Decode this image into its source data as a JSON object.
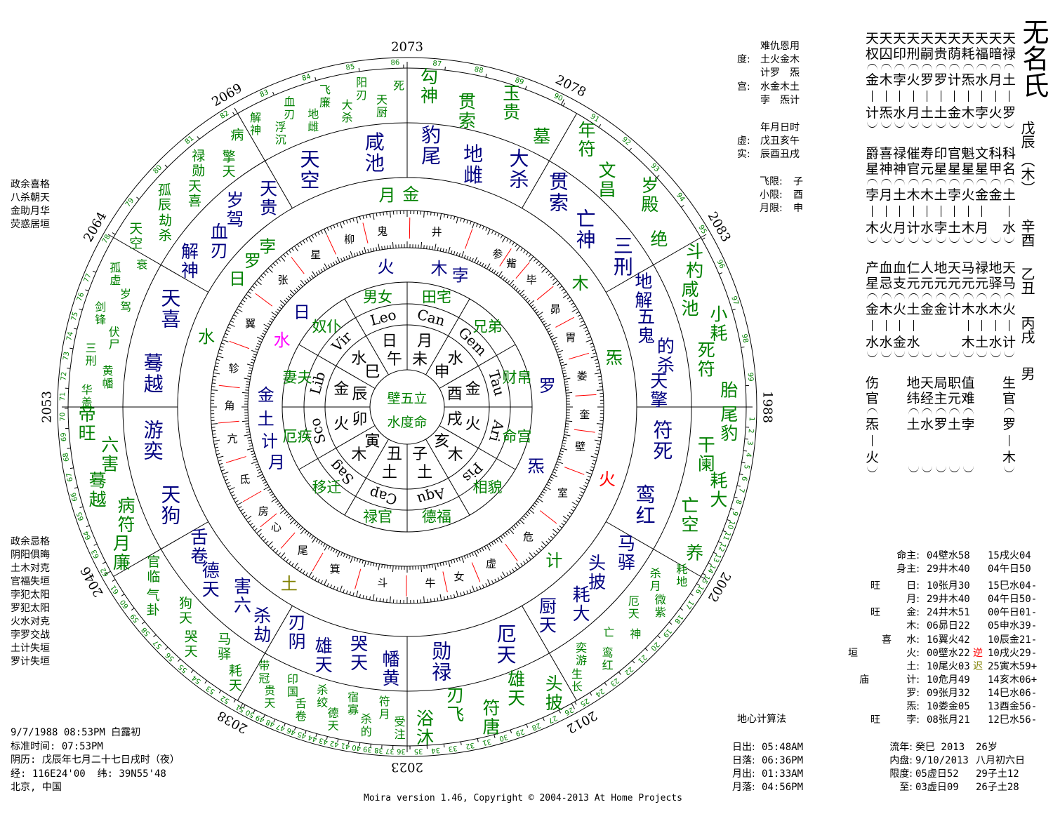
{
  "title": "无名氏",
  "pillars": [
    "戊辰",
    "（木）",
    "辛酉",
    "乙丑",
    "丙戌",
    "男"
  ],
  "info_top_right": [
    {
      "label": "",
      "value": "难仇恩用"
    },
    {
      "label": "度:",
      "value": "土火金木"
    },
    {
      "label": "",
      "value": "计罗　炁"
    },
    {
      "label": "宫:",
      "value": "水金木土"
    },
    {
      "label": "",
      "value": "孛　炁计"
    },
    {
      "label": "",
      "value": "年月日时"
    },
    {
      "label": "虚:",
      "value": "戊丑亥午"
    },
    {
      "label": "实:",
      "value": "辰酉丑戌"
    },
    {
      "label": "飞限:",
      "value": "子"
    },
    {
      "label": "小限:",
      "value": "酉"
    },
    {
      "label": "月限:",
      "value": "申"
    }
  ],
  "star_table": [
    {
      "names": [
        "天天天天天天天天天天天",
        "权囚印刑嗣贵荫耗福暗禄"
      ],
      "top": "金木孛火罗罗计炁水月土",
      "bottom": "计炁水月土土金木孛火罗"
    },
    {
      "names": [
        "爵喜禄催寿印官魁文科科",
        "星神神官元星星星星甲名"
      ],
      "top": "孛月土木木土孛火金金土",
      "bottom": "木火月计水孛土木月　水"
    },
    {
      "names": [
        "产血血仁人地天马禄地天",
        "星忌支元元元元元元驿马"
      ],
      "top": "金木火土金金计木水木火",
      "bottom": "水水金水　　　木土水计"
    },
    {
      "names": [
        "伤　　地天局职值　　生",
        "官　　纬经主元难　　官"
      ],
      "top": "炁　　土水罗土孛　　罗",
      "bottom": "火　　　　　　　　　木"
    }
  ],
  "left_top_notes": [
    "政余喜格",
    "八杀朝天",
    "金助月华",
    "荧惑居垣"
  ],
  "left_bottom_notes": [
    "政余忌格",
    "阴阳俱晦",
    "土木对克",
    "官福失垣",
    "孛犯太阳",
    "罗犯太阳",
    "火水对克",
    "孛罗交战",
    "土计失垣",
    "罗计失垣"
  ],
  "birth_info": [
    "9/7/1988 08:53PM 白露初",
    "标准时间: 07:53PM",
    "阴历: 戊辰年七月二十七日戌时（夜）",
    "经: 116E24'00  纬: 39N55'48",
    "北京, 中国"
  ],
  "method": "地心计算法",
  "sun_moon": [
    {
      "label": "日出:",
      "value": "05:48AM"
    },
    {
      "label": "日落:",
      "value": "06:36PM"
    },
    {
      "label": "月出:",
      "value": "01:33AM"
    },
    {
      "label": "月落:",
      "value": "04:56PM"
    }
  ],
  "footer": "Moira version 1.46, Copyright © 2004-2013 At Home Projects",
  "planet_table": [
    {
      "tag": "",
      "label": "命主:",
      "pos": "04壁水58",
      "mark": "",
      "mark_color": "",
      "sign": "15戌火04"
    },
    {
      "tag": "",
      "label": "身主:",
      "pos": "29井木40",
      "mark": "",
      "mark_color": "",
      "sign": "04午日50"
    },
    {
      "tag": "旺",
      "label": "日:",
      "pos": "10张月30",
      "mark": "",
      "mark_color": "",
      "sign": "15巳水04-"
    },
    {
      "tag": "",
      "label": "月:",
      "pos": "29井木40",
      "mark": "",
      "mark_color": "",
      "sign": "04午日50-"
    },
    {
      "tag": "旺",
      "label": "金:",
      "pos": "24井木51",
      "mark": "",
      "mark_color": "",
      "sign": "00午日01-"
    },
    {
      "tag": "",
      "label": "木:",
      "pos": "06昴日22",
      "mark": "",
      "mark_color": "",
      "sign": "05申水39-"
    },
    {
      "tag": "喜",
      "label": "水:",
      "pos": "16翼火42",
      "mark": "",
      "mark_color": "",
      "sign": "10辰金21-"
    },
    {
      "tag": "垣",
      "label": "火:",
      "pos": "00壁水22",
      "mark": "逆",
      "mark_color": "#ff0000",
      "sign": "10戌火29-"
    },
    {
      "tag": "",
      "label": "土:",
      "pos": "10尾火03",
      "mark": "迟",
      "mark_color": "#808000",
      "sign": "25寅木59+"
    },
    {
      "tag": "庙",
      "label": "计:",
      "pos": "10危月49",
      "mark": "",
      "mark_color": "",
      "sign": "14亥木06+"
    },
    {
      "tag": "",
      "label": "罗:",
      "pos": "09张月32",
      "mark": "",
      "mark_color": "",
      "sign": "14巳水06-"
    },
    {
      "tag": "",
      "label": "炁:",
      "pos": "10娄金05",
      "mark": "",
      "mark_color": "",
      "sign": "13酉金56-"
    },
    {
      "tag": "旺",
      "label": "孛:",
      "pos": "08张月21",
      "mark": "",
      "mark_color": "",
      "sign": "12巳水56-"
    }
  ],
  "transit": [
    {
      "label": "流年:",
      "v1": "癸巳 2013",
      "v2": "26岁"
    },
    {
      "label": "内盘:",
      "v1": "9/10/2013",
      "v2": "八月初六日"
    },
    {
      "label": "限度:",
      "v1": "05虚日52",
      "v2": "29子土12"
    },
    {
      "label": "至:",
      "v1": "03虚日09",
      "v2": "26子土28"
    }
  ],
  "colors": {
    "green": "#008000",
    "navy": "#000080",
    "red": "#ff0000",
    "olive": "#808000",
    "magenta": "#ff00ff",
    "brown": "#804040"
  },
  "chart": {
    "center": [
      "壁五立",
      "水度命"
    ],
    "years": [
      "2073",
      "2078",
      "2083",
      "1988",
      "2002",
      "2012",
      "2023",
      "2038",
      "2046",
      "2053",
      "2064",
      "2069"
    ],
    "age_range": [
      1,
      99
    ],
    "mansions": [
      "井",
      "鬼",
      "柳",
      "星",
      "张",
      "翼",
      "轸",
      "角",
      "亢",
      "氐",
      "房",
      "心",
      "尾",
      "箕",
      "斗",
      "牛",
      "女",
      "虚",
      "危",
      "室",
      "壁",
      "奎",
      "娄",
      "胃",
      "昴",
      "毕",
      "觜",
      "参"
    ],
    "inner_planets": [
      {
        "s": "火",
        "c": "#000080"
      },
      {
        "s": "木",
        "c": "#000080"
      },
      {
        "s": "孛",
        "c": "#000080"
      },
      {
        "s": "日",
        "c": "#000080"
      },
      {
        "s": "水",
        "c": "#ff00ff"
      },
      {
        "s": "罗",
        "c": "#000080"
      },
      {
        "s": "炁",
        "c": "#000080"
      },
      {
        "s": "金",
        "c": "#000080"
      },
      {
        "s": "土",
        "c": "#000080"
      },
      {
        "s": "计",
        "c": "#000080"
      },
      {
        "s": "月",
        "c": "#000080"
      }
    ],
    "outer_planets": [
      {
        "s": "月",
        "c": "#008000"
      },
      {
        "s": "金",
        "c": "#008000"
      },
      {
        "s": "木",
        "c": "#008000"
      },
      {
        "s": "炁",
        "c": "#008000"
      },
      {
        "s": "火",
        "c": "#ff0000"
      },
      {
        "s": "计",
        "c": "#008000"
      },
      {
        "s": "土",
        "c": "#808000"
      },
      {
        "s": "水",
        "c": "#008000"
      },
      {
        "s": "孛",
        "c": "#008000"
      },
      {
        "s": "罗",
        "c": "#008000"
      },
      {
        "s": "日",
        "c": "#008000"
      }
    ],
    "sectors": [
      {
        "palace": "田宅",
        "sign": "Can",
        "element": "月",
        "branch": "未",
        "mid": [
          "豹尾",
          "地雌",
          "大杀"
        ],
        "outer": [
          "勾神",
          "贯索",
          "玉贵",
          "墓"
        ]
      },
      {
        "palace": "兄弟",
        "sign": "Gem",
        "element": "水",
        "branch": "申",
        "mid": [
          "贯索",
          "亡神",
          "三刑"
        ],
        "outer": [
          "年符",
          "文昌",
          "岁殿",
          "绝"
        ]
      },
      {
        "palace": "财帛",
        "sign": "Tau",
        "element": "金",
        "branch": "酉",
        "mid": [
          "地解",
          "五鬼",
          "的杀",
          "天擎"
        ],
        "outer": [
          "斗杓",
          "咸池",
          "小耗",
          "死符",
          "胎"
        ]
      },
      {
        "palace": "命宫",
        "sign": "Ari",
        "element": "火",
        "branch": "戌",
        "mid": [
          "符死",
          "鸾红"
        ],
        "outer": [
          "尾豹",
          "干阑",
          "耗大",
          "亡空",
          "养"
        ]
      },
      {
        "palace": "相貌",
        "sign": "Pis",
        "element": "木",
        "branch": "亥",
        "mid": [
          "马驿",
          "头披",
          "耗大",
          "厨天"
        ],
        "outer": [
          "耗地",
          "杀月",
          "微紫",
          "厄天",
          "神",
          "亡",
          "鸾红",
          "奕游",
          "生长"
        ]
      },
      {
        "palace": "德福",
        "sign": "Aqu",
        "element": "土",
        "branch": "子",
        "mid": [
          "厄天",
          "勋禄"
        ],
        "outer": [
          "头披",
          "雄天",
          "符唐",
          "刃飞",
          "浴沐"
        ]
      },
      {
        "palace": "禄官",
        "sign": "Cap",
        "element": "土",
        "branch": "丑",
        "mid": [
          "幡黄",
          "哭天",
          "雄天",
          "刃阴"
        ],
        "outer": [
          "受注",
          "符月",
          "杀的",
          "宿寡",
          "德天",
          "杀绞",
          "舌卷",
          "印国",
          "贵天",
          "带冠"
        ]
      },
      {
        "palace": "移迁",
        "sign": "Sag",
        "element": "木",
        "branch": "寅",
        "mid": [
          "杀劫",
          "害六",
          "德天",
          "舌卷"
        ],
        "outer": [
          "耗天",
          "马驿",
          "哭天",
          "狗天",
          "气卦",
          "官临"
        ]
      },
      {
        "palace": "厄疾",
        "sign": "Sco",
        "element": "火",
        "branch": "卯",
        "mid": [
          "天狗",
          "游奕"
        ],
        "outer": [
          "月廉",
          "病符",
          "蓦越",
          "六害",
          "帝旺"
        ]
      },
      {
        "palace": "妻夫",
        "sign": "Lib",
        "element": "金",
        "branch": "辰",
        "mid": [
          "蓦越",
          "天喜"
        ],
        "outer": [
          "华盖",
          "黄幡",
          "三刑",
          "伏尸",
          "剑锋",
          "岁驾",
          "孤虚",
          "衰"
        ]
      },
      {
        "palace": "奴仆",
        "sign": "Vir",
        "element": "水",
        "branch": "巳",
        "mid": [
          "解神",
          "血刃",
          "岁驾",
          "天贵"
        ],
        "outer": [
          "天空",
          "劫杀",
          "孤辰",
          "天喜",
          "禄勋",
          "擎天",
          "病"
        ]
      },
      {
        "palace": "男女",
        "sign": "Leo",
        "element": "日",
        "branch": "午",
        "mid": [
          "天空",
          "咸池"
        ],
        "outer": [
          "解神",
          "浮沉",
          "血刃",
          "地雌",
          "飞廉",
          "大杀",
          "阳刃",
          "天厨",
          "死"
        ]
      }
    ]
  }
}
